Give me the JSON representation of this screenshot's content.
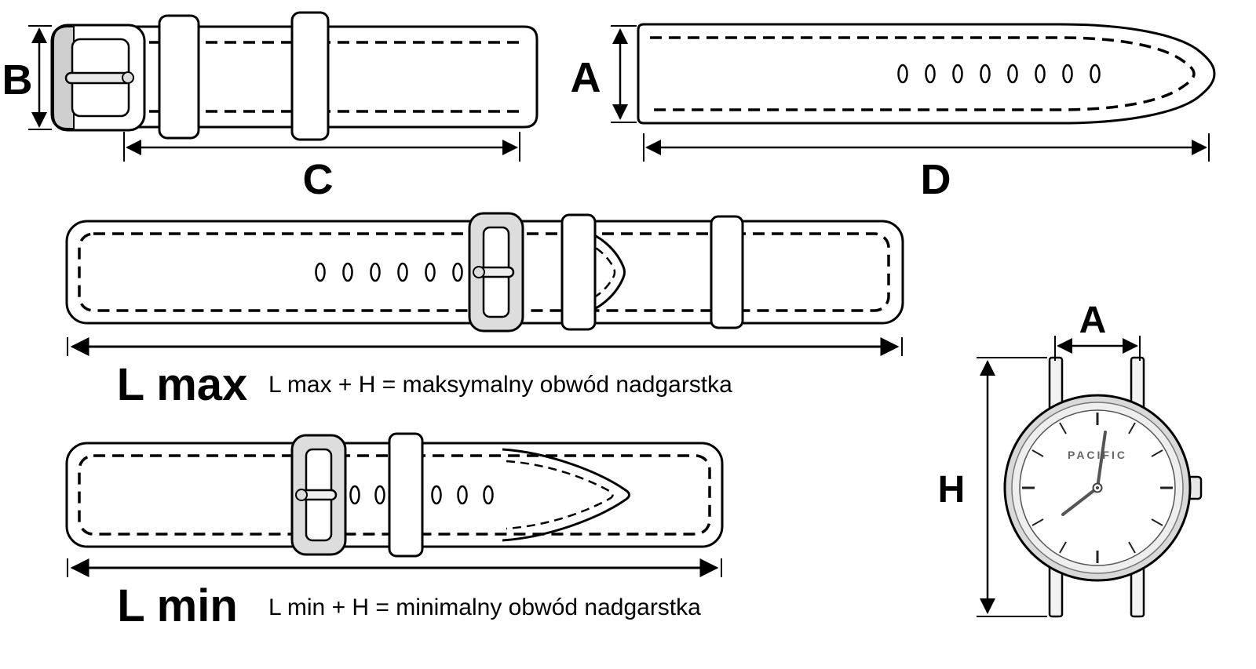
{
  "colors": {
    "line": "#000000",
    "background": "#ffffff",
    "metal": "#d6d6d6"
  },
  "buckle_strap": {
    "width_label": "B",
    "length_label": "C"
  },
  "hole_strap": {
    "width_label": "A",
    "length_label": "D"
  },
  "l_max": {
    "label": "L max",
    "formula": "L max + H  = maksymalny obwód nadgarstka"
  },
  "l_min": {
    "label": "L min",
    "formula": "L min + H  = minimalny obwód nadgarstka"
  },
  "watch": {
    "brand": "PACIFIC",
    "lug_width_label": "A",
    "height_label": "H"
  }
}
